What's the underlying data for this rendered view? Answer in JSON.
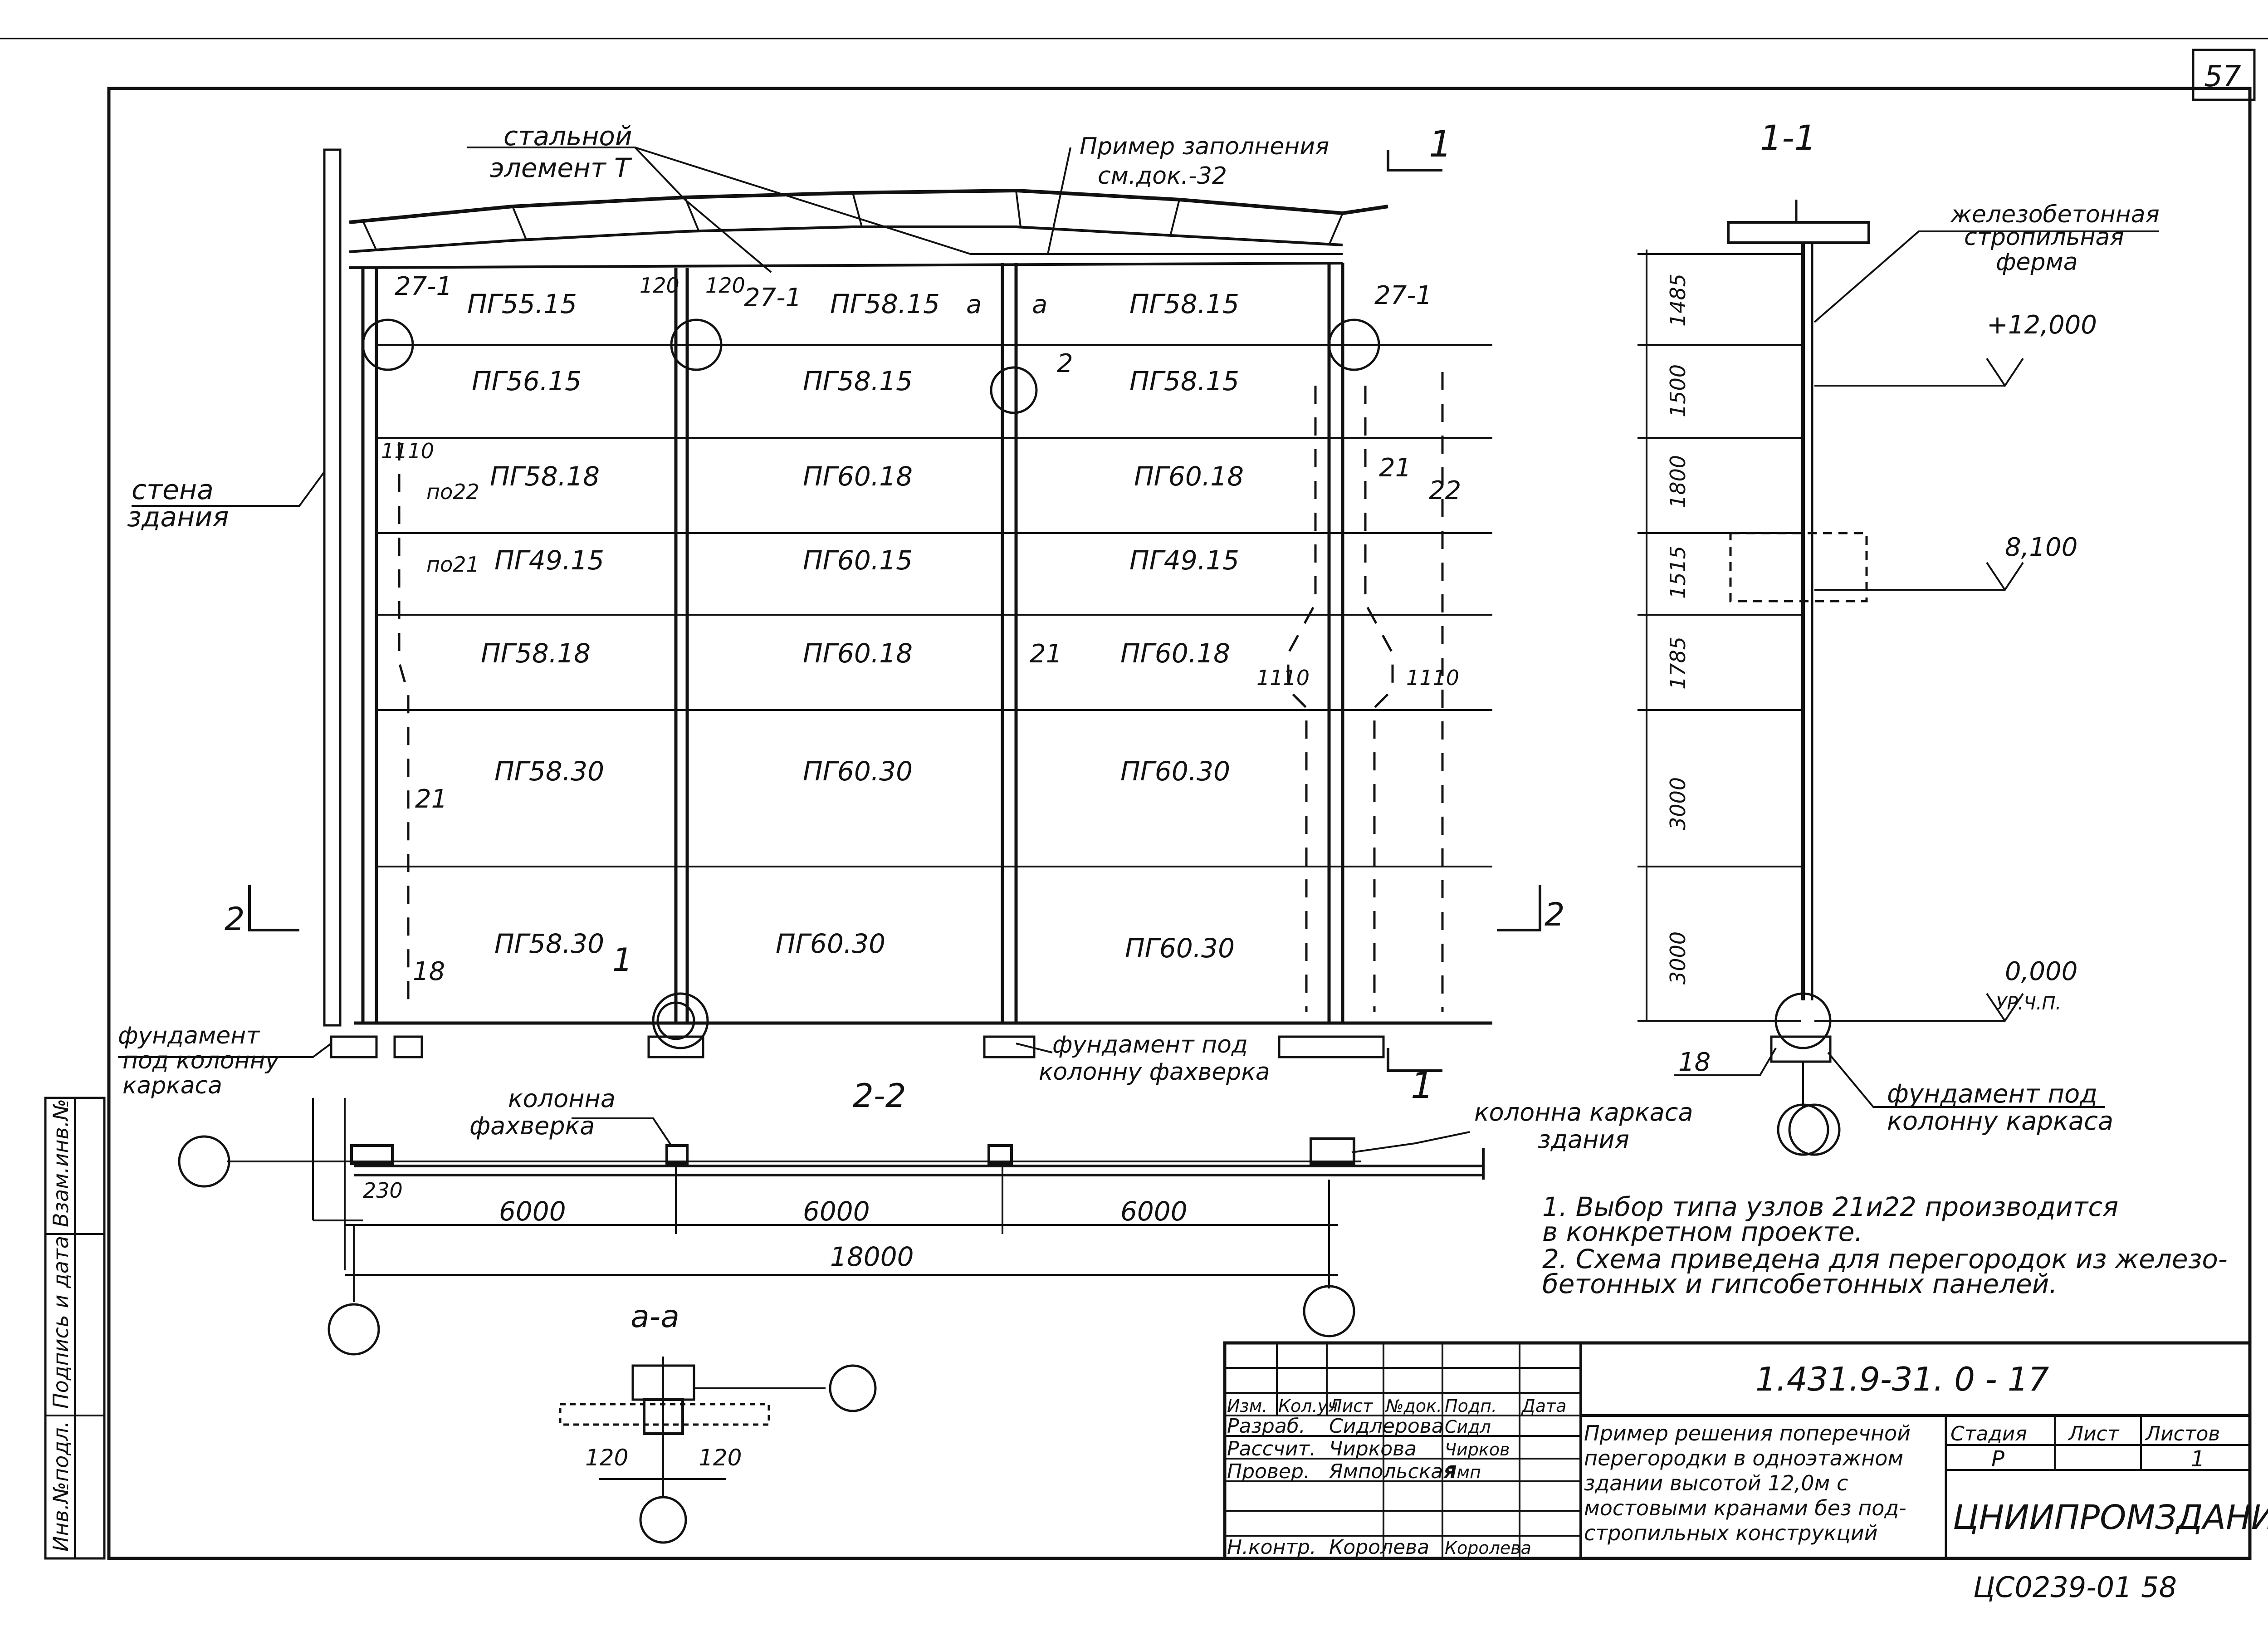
{
  "sheet": {
    "page_number": "57",
    "inventory_number": "ЦС0239-01  58",
    "section_labels": {
      "elevation": "2-2",
      "section": "1-1",
      "detail": "а-а"
    },
    "annotations": {
      "steel_element": [
        "стальной",
        "элемент  Т"
      ],
      "infill_example": [
        "Пример заполнения",
        "см.док.-32"
      ],
      "building_wall": [
        "стена",
        "здания"
      ],
      "foundation_frame": [
        "фундамент",
        "под колонну",
        "каркаса"
      ],
      "foundation_half": [
        "фундамент под",
        "колонну фахверка"
      ],
      "column_half": [
        "колонна",
        "фахверка"
      ],
      "column_frame": [
        "колонна каркаса",
        "здания"
      ],
      "rc_truss": [
        "железобетонная",
        "стропильная",
        "ферма"
      ],
      "foundation_frame_section": [
        "фундамент под",
        "колонну каркаса"
      ]
    },
    "panels": {
      "col1": [
        "ПГ55.15",
        "ПГ56.15",
        "ПГ58.18",
        "ПГ49.15",
        "ПГ58.18",
        "ПГ58.30",
        "ПГ58.30"
      ],
      "col2": [
        "ПГ58.15",
        "ПГ58.15",
        "ПГ60.18",
        "ПГ60.15",
        "ПГ60.18",
        "ПГ60.30",
        "ПГ60.30"
      ],
      "col3": [
        "ПГ58.15",
        "ПГ58.15",
        "ПГ60.18",
        "ПГ49.15",
        "ПГ60.18",
        "ПГ60.30",
        "ПГ60.30"
      ]
    },
    "node_labels": {
      "n27_1": "27-1",
      "n2": "2",
      "n21": "21",
      "n22": "22",
      "n18": "18",
      "n1": "1",
      "po22": "по22",
      "po21": "по21",
      "d120": "120",
      "d1110": "1110",
      "a": "а",
      "s1": "1",
      "s2": "2"
    },
    "dimensions": {
      "spans": [
        "6000",
        "6000",
        "6000"
      ],
      "total": "18000",
      "end": "230",
      "detail": [
        "120",
        "120"
      ],
      "section_heights": [
        "1485",
        "1500",
        "1800",
        "1515",
        "1785",
        "3000",
        "3000"
      ],
      "levels": [
        "+12,000",
        "8,100",
        "0,000"
      ],
      "level_note": "УР.Ч.П."
    },
    "notes": [
      "1. Выбор типа узлов 21и22 производится",
      "   в конкретном проекте.",
      "2. Схема приведена для перегородок из железо-",
      "   бетонных и гипсобетонных панелей."
    ],
    "side_stamp": [
      "Инв.№подл.",
      "Подпись и дата",
      "Взам.инв.№"
    ],
    "title_block": {
      "code": "1.431.9-31. 0 - 17",
      "description": [
        "Пример решения поперечной",
        "перегородки в одноэтажном",
        "здании высотой 12,0м с",
        "мостовыми кранами без под-",
        "стропильных конструкций"
      ],
      "header_cols": [
        "Изм.",
        "Кол.уч",
        "Лист",
        "№док.",
        "Подп.",
        "Дата"
      ],
      "rows": [
        {
          "role": "Разраб.",
          "name": "Сидлерова",
          "sign": "Сидл"
        },
        {
          "role": "Рассчит.",
          "name": "Чиркова",
          "sign": "Чирков"
        },
        {
          "role": "Провер.",
          "name": "Ямпольская",
          "sign": "Ямп"
        },
        {
          "role": "",
          "name": "",
          "sign": ""
        },
        {
          "role": "Н.контр.",
          "name": "Королева",
          "sign": "Королева"
        }
      ],
      "stage_header": [
        "Стадия",
        "Лист",
        "Листов"
      ],
      "stage_values": [
        "Р",
        "",
        "1"
      ],
      "organization": "ЦНИИПРОМЗДАНИЙ"
    }
  }
}
